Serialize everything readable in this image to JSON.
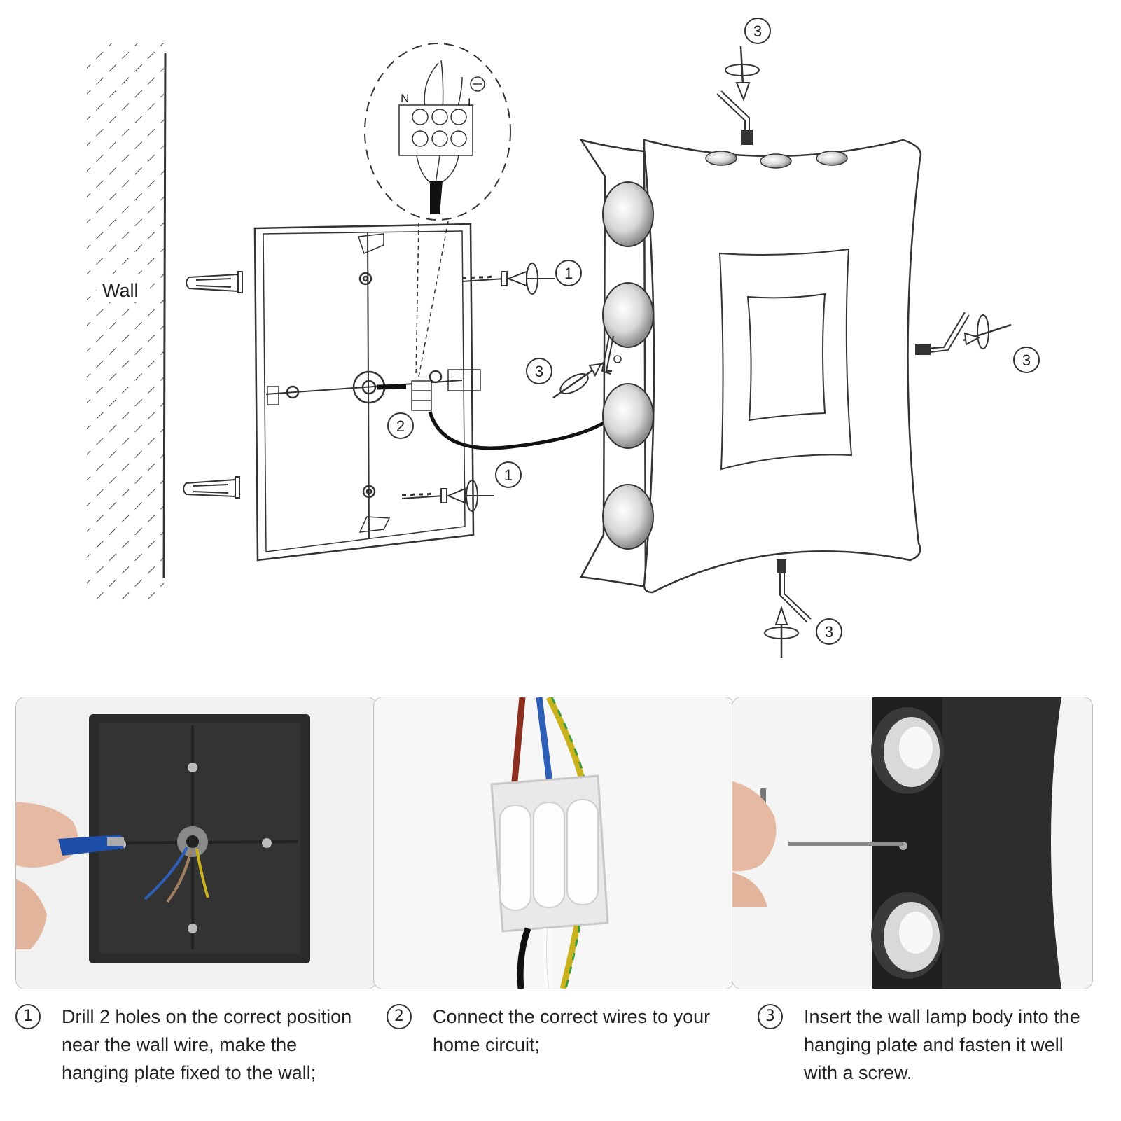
{
  "diagram": {
    "wall_label": "Wall",
    "wiring_labels": {
      "neutral": "N",
      "live": "L"
    },
    "callouts": {
      "one": "1",
      "two": "2",
      "three": "3"
    }
  },
  "photos": [
    {
      "caption_hidden": ""
    },
    {
      "caption_hidden": ""
    },
    {
      "caption_hidden": ""
    }
  ],
  "steps": [
    {
      "number": "1",
      "text": "Drill 2 holes on the correct position near the wall wire, make the hanging plate fixed to the wall;"
    },
    {
      "number": "2",
      "text": "Connect the correct wires to your home circuit;"
    },
    {
      "number": "3",
      "text": "Insert the wall lamp body into the hanging plate and fasten it well with a screw."
    }
  ],
  "colors": {
    "line": "#333333",
    "plate_photo": "#2b2b2b",
    "wire_brown": "#8b2e1e",
    "wire_blue": "#2e5fb8",
    "wire_yellow_green": "#c9b21c",
    "tool_blue": "#1e4fa8"
  }
}
